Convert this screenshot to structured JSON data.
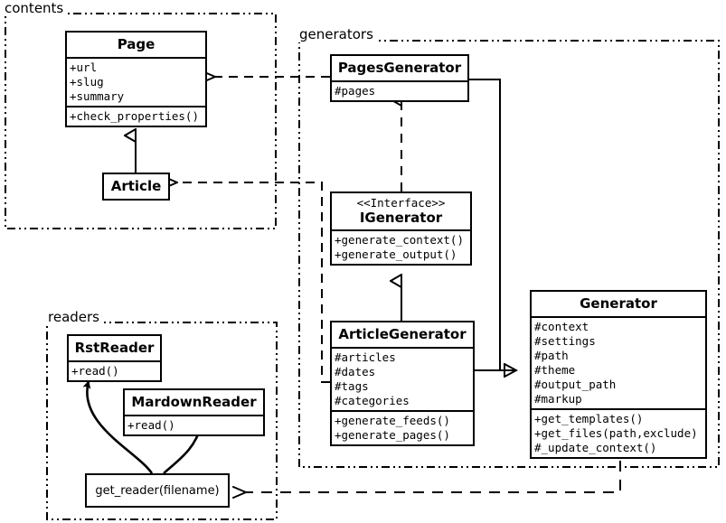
{
  "diagram": {
    "title": "Pelican architecture UML class diagram",
    "stroke_color": "#000000",
    "background_color": "#ffffff"
  },
  "packages": [
    {
      "id": "contents",
      "label": "contents"
    },
    {
      "id": "generators",
      "label": "generators"
    },
    {
      "id": "readers",
      "label": "readers"
    }
  ],
  "classes": {
    "page": {
      "name": "Page",
      "attributes": [
        "+url",
        "+slug",
        "+summary"
      ],
      "methods": [
        "+check_properties()"
      ]
    },
    "article": {
      "name": "Article",
      "attributes": [],
      "methods": []
    },
    "pages_generator": {
      "name": "PagesGenerator",
      "attributes": [
        "#pages"
      ],
      "methods": []
    },
    "igenerator": {
      "stereotype": "<<Interface>>",
      "name": "IGenerator",
      "attributes": [],
      "methods": [
        "+generate_context()",
        "+generate_output()"
      ]
    },
    "article_generator": {
      "name": "ArticleGenerator",
      "attributes": [
        "#articles",
        "#dates",
        "#tags",
        "#categories"
      ],
      "methods": [
        "+generate_feeds()",
        "+generate_pages()"
      ]
    },
    "generator": {
      "name": "Generator",
      "attributes": [
        "#context",
        "#settings",
        "#path",
        "#theme",
        "#output_path",
        "#markup"
      ],
      "methods": [
        "+get_templates()",
        "+get_files(path,exclude)",
        "#_update_context()"
      ]
    },
    "rst_reader": {
      "name": "RstReader",
      "attributes": [],
      "methods": [
        "+read()"
      ]
    },
    "mardown_reader": {
      "name": "MardownReader",
      "attributes": [],
      "methods": [
        "+read()"
      ]
    },
    "get_reader": {
      "name": "get_reader(filename)"
    }
  },
  "relations": [
    {
      "id": "article-page-generalization",
      "type": "generalization",
      "from": "Article",
      "to": "Page"
    },
    {
      "id": "pagesgenerator-page-dependency",
      "type": "dependency",
      "from": "PagesGenerator",
      "to": "Page"
    },
    {
      "id": "articlegenerator-article-dependency",
      "type": "dependency",
      "from": "ArticleGenerator",
      "to": "Article"
    },
    {
      "id": "pagesgenerator-igenerator-realization",
      "type": "realization",
      "from": "PagesGenerator",
      "to": "IGenerator"
    },
    {
      "id": "articlegenerator-igenerator-generalization",
      "type": "generalization",
      "from": "ArticleGenerator",
      "to": "IGenerator"
    },
    {
      "id": "pagesgenerator-generator-generalization",
      "type": "generalization",
      "from": "PagesGenerator",
      "to": "Generator"
    },
    {
      "id": "articlegenerator-generator-generalization",
      "type": "generalization",
      "from": "ArticleGenerator",
      "to": "Generator"
    },
    {
      "id": "generator-getreader-dependency",
      "type": "dependency",
      "from": "Generator",
      "to": "get_reader(filename)"
    },
    {
      "id": "getreader-rstreader-call",
      "type": "call",
      "from": "get_reader(filename)",
      "to": "RstReader"
    },
    {
      "id": "getreader-mardownreader-call",
      "type": "call",
      "from": "get_reader(filename)",
      "to": "MardownReader"
    }
  ]
}
